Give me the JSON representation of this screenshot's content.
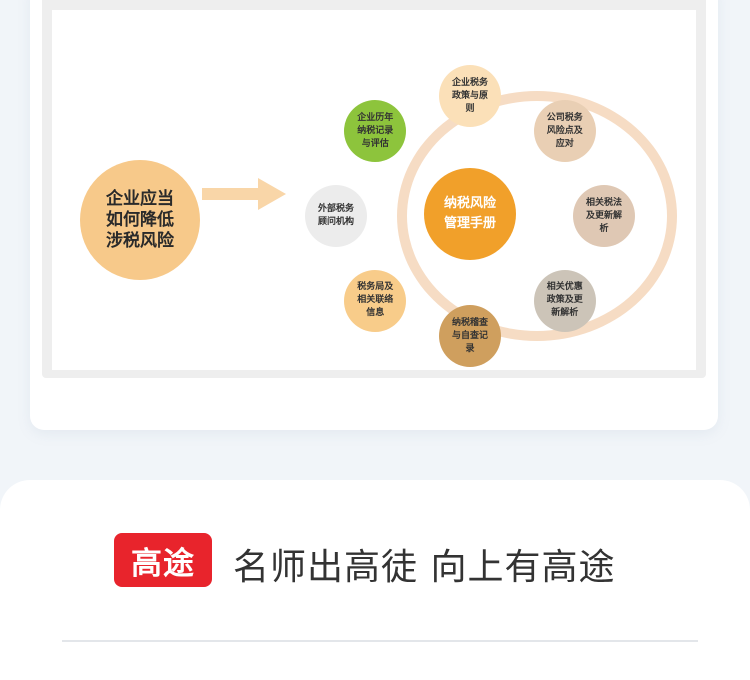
{
  "diagram": {
    "left_node": "企业应当\n如何降低\n涉税风险",
    "center_node": "纳税风险\n管理手册",
    "outer_nodes": [
      {
        "label": "企业税务\n政策与原\n则",
        "color": "#fbe0b8"
      },
      {
        "label": "公司税务\n风险点及\n应对",
        "color": "#e9cfb4"
      },
      {
        "label": "相关税法\n及更新解\n析",
        "color": "#dfc8b4"
      },
      {
        "label": "相关优惠\n政策及更\n新解析",
        "color": "#ccc4b8"
      },
      {
        "label": "纳税稽查\n与自查记\n录",
        "color": "#cf9f5e"
      },
      {
        "label": "税务局及\n相关联络\n信息",
        "color": "#f8cc8a"
      },
      {
        "label": "外部税务\n顾问机构",
        "color": "#ececec"
      },
      {
        "label": "企业历年\n纳税记录\n与评估",
        "color": "#8dc43c"
      }
    ]
  },
  "footer": {
    "brand": "高途",
    "slogan": "名师出高徒  向上有高途"
  }
}
